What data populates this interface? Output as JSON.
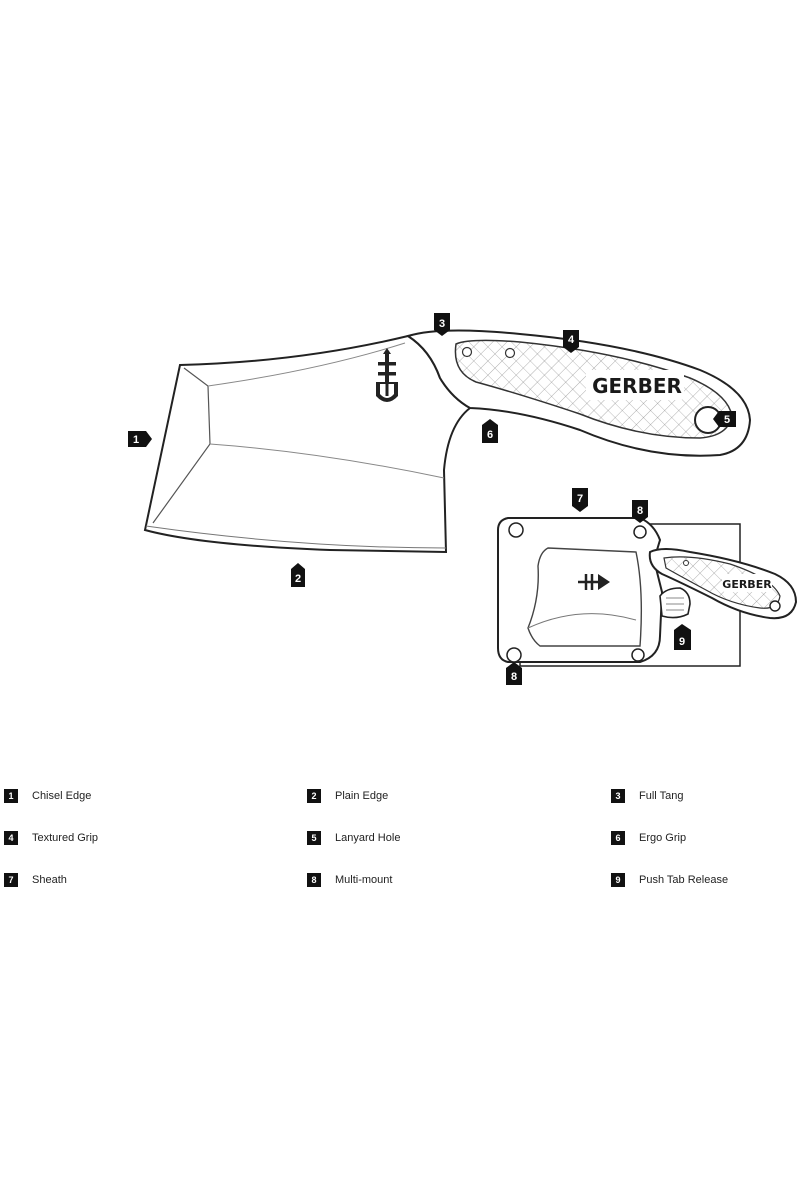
{
  "brand": {
    "handle_text": "GERBER",
    "sheath_handle_text": "GERBER",
    "logo_icon": "gerber-trident-logo-icon"
  },
  "callouts": [
    {
      "num": "1"
    },
    {
      "num": "2"
    },
    {
      "num": "3"
    },
    {
      "num": "4"
    },
    {
      "num": "5"
    },
    {
      "num": "6"
    },
    {
      "num": "7"
    },
    {
      "num": "8"
    },
    {
      "num": "8"
    },
    {
      "num": "9"
    }
  ],
  "legend": [
    {
      "num": "1",
      "label": "Chisel Edge"
    },
    {
      "num": "2",
      "label": "Plain Edge"
    },
    {
      "num": "3",
      "label": "Full Tang"
    },
    {
      "num": "4",
      "label": "Textured Grip"
    },
    {
      "num": "5",
      "label": "Lanyard Hole"
    },
    {
      "num": "6",
      "label": "Ergo Grip"
    },
    {
      "num": "7",
      "label": "Sheath"
    },
    {
      "num": "8",
      "label": "Multi-mount"
    },
    {
      "num": "9",
      "label": "Push Tab Release"
    }
  ]
}
